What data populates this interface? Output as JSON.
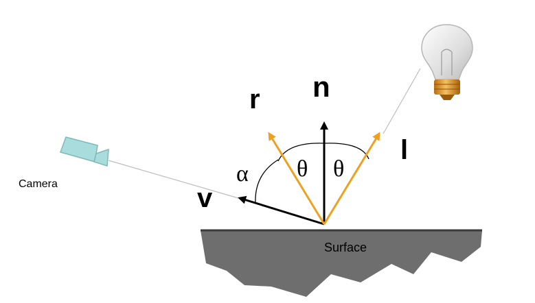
{
  "diagram": {
    "labels": {
      "normal": "n",
      "reflection": "r",
      "light": "l",
      "view": "v",
      "theta_left": "θ",
      "theta_right": "θ",
      "alpha": "α",
      "camera": "Camera",
      "surface": "Surface"
    },
    "colors": {
      "reflection_arrow": "#f0a020",
      "light_arrow": "#f0a020",
      "normal_arrow": "#000000",
      "view_arrow": "#000000",
      "surface_fill": "#6e6e6e",
      "surface_top_edge": "#3a3a3a",
      "guide_line": "#bdbdbd",
      "camera_body": "#a9dcdc",
      "bulb_glass": "#e6e6e6",
      "bulb_base": "#e8a233"
    },
    "icons": {
      "camera": "camera-icon",
      "light_source": "light-bulb-icon"
    }
  }
}
